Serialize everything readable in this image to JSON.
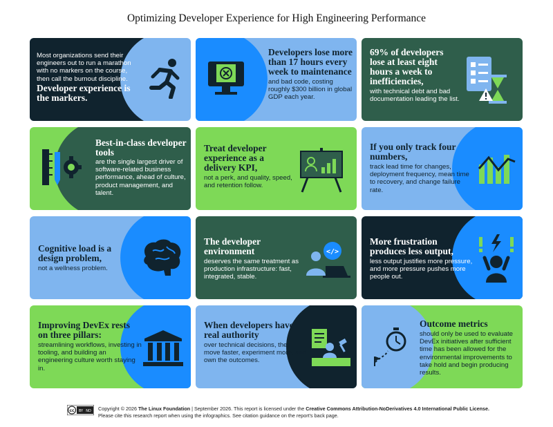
{
  "title": "Optimizing Developer Experience for High Engineering Performance",
  "colors": {
    "dark": "#10232e",
    "blue": "#7fb5ef",
    "green": "#2f5e4b",
    "lime": "#7ed957",
    "bright_blue": "#1a8cff"
  },
  "cards": [
    {
      "body_pre": "Most organizations send their engineers out to run a marathon with no markers on the course, then call the burnout discipline.",
      "heading": "Developer experience is the markers."
    },
    {
      "heading": "Developers lose more than 17 hours every week to maintenance",
      "body": "and bad code, costing roughly $300 billion in global GDP each year."
    },
    {
      "heading": "69% of developers lose at least eight hours a week to inefficiencies,",
      "body": "with technical debt and bad documentation leading the list."
    },
    {
      "heading": "Best-in-class developer tools",
      "body": "are the single largest driver of software-related business performance, ahead of culture, product management, and talent."
    },
    {
      "heading": "Treat developer experience as a delivery KPI,",
      "body": "not a perk, and quality, speed, and retention follow."
    },
    {
      "heading": "If you only track four numbers,",
      "body": "track lead time for changes, deployment frequency, mean time to recovery, and change failure rate."
    },
    {
      "heading": "Cognitive load is a design problem,",
      "body": "not a wellness problem."
    },
    {
      "heading": "The developer environment",
      "body": "deserves the same treatment as production infrastructure: fast, integrated, stable."
    },
    {
      "heading": "More frustration produces less output,",
      "body": "less output justifies more pressure, and more pressure pushes more people out."
    },
    {
      "heading": "Improving DevEx rests on three pillars:",
      "body": "streamlining workflows, investing in tooling, and building an engineering culture worth staying in."
    },
    {
      "heading": "When developers have real authority",
      "body": "over technical decisions, they move faster, experiment more, and own the outcomes."
    },
    {
      "heading": "Outcome metrics",
      "body": "should only be used to evaluate DevEx initiatives after sufficient time has been allowed for the environmental improvements to take hold and begin producing results."
    }
  ],
  "footer": {
    "line1_a": "Copyright © 2026",
    "line1_b": "The Linux Foundation",
    "line1_c": "| September 2026. This report is licensed under the",
    "line1_d": "Creative Commons Attribution-NoDerivatives 4.0 International Public License.",
    "line2": "Please cite this research report when using the infographics. See citation guidance on the report's back page."
  },
  "license_badge": {
    "cc": "cc",
    "by": "BY",
    "nd": "ND"
  }
}
